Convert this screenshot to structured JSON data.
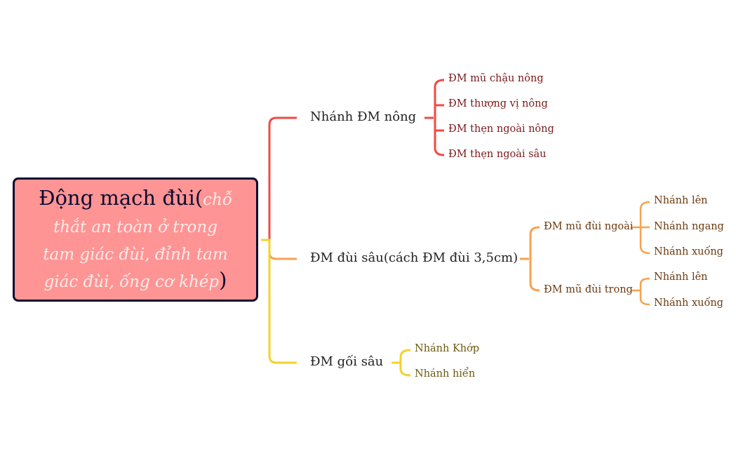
{
  "root": {
    "title": "Động mạch đùi(",
    "note": "chỗ thắt an toàn ở trong tam giác đùi, đỉnh tam giác đùi, ống cơ khép",
    "close": ")",
    "bg_color": "#ff9494",
    "border_color": "#0b0b30"
  },
  "branches": [
    {
      "label": "Nhánh ĐM nông",
      "color": "#f24a43",
      "children": [
        {
          "label": "ĐM mũ chậu nông"
        },
        {
          "label": "ĐM thượng vị nông"
        },
        {
          "label": "ĐM thẹn ngoài nông"
        },
        {
          "label": "ĐM thẹn ngoài sâu"
        }
      ]
    },
    {
      "label": "ĐM đùi sâu(cách ĐM đùi 3,5cm)",
      "color": "#f7a24f",
      "children": [
        {
          "label": "ĐM mũ đùi ngoài",
          "children": [
            {
              "label": "Nhánh lên"
            },
            {
              "label": "Nhánh ngang"
            },
            {
              "label": "Nhánh xuống"
            }
          ]
        },
        {
          "label": "ĐM mũ đùi trong",
          "children": [
            {
              "label": "Nhánh lên"
            },
            {
              "label": "Nhánh xuống"
            }
          ]
        }
      ]
    },
    {
      "label": "ĐM gối sâu",
      "color": "#f5d22a",
      "children": [
        {
          "label": "Nhánh Khớp"
        },
        {
          "label": "Nhánh hiển"
        }
      ]
    }
  ]
}
